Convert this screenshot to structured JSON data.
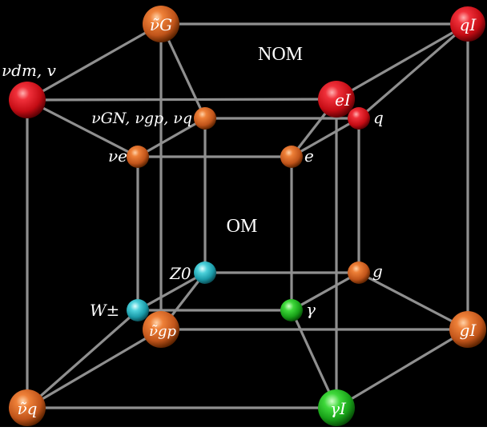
{
  "diagram": {
    "regions": {
      "outer": "NOM",
      "inner": "OM"
    },
    "node_labels": {
      "nu_G": "ν̃G",
      "q_I": "qI",
      "nu_dm": "νdm, v",
      "e_I": "eI",
      "q": "q",
      "nu_GN_gp_q": "νGN, νgp, νq",
      "nu_e": "νe",
      "e": "e",
      "Z0": "Z0",
      "g": "g",
      "W": "W±",
      "gamma": "γ",
      "nu_gp": "ν̃gp",
      "g_I": "gI",
      "nu_q": "ν̃q",
      "gamma_I": "γI"
    },
    "colors": {
      "background": "#000000",
      "edge": "#8f8f8f",
      "red": "#d8141e",
      "orange": "#d4601a",
      "cyan": "#2cb8c6",
      "green": "#22b622"
    }
  }
}
